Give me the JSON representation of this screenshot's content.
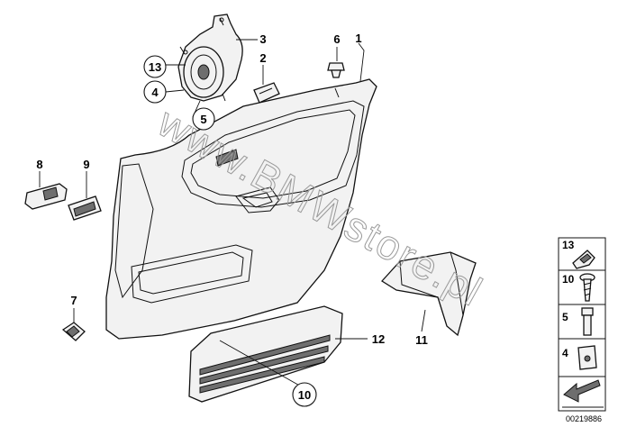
{
  "callouts": {
    "c1": "1",
    "c2": "2",
    "c3": "3",
    "c4": "4",
    "c5": "5",
    "c6": "6",
    "c7": "7",
    "c8": "8",
    "c9": "9",
    "c10": "10",
    "c11": "11",
    "c12": "12",
    "c13": "13"
  },
  "legend": {
    "items": [
      {
        "label": "13",
        "icon": "clip-icon"
      },
      {
        "label": "10",
        "icon": "screw-icon"
      },
      {
        "label": "5",
        "icon": "bolt-icon"
      },
      {
        "label": "4",
        "icon": "nut-clip-icon"
      }
    ],
    "arrow_icon": "direction-arrow-icon"
  },
  "catalog_number": "00219886",
  "watermark": "www.BMWstore.pl"
}
